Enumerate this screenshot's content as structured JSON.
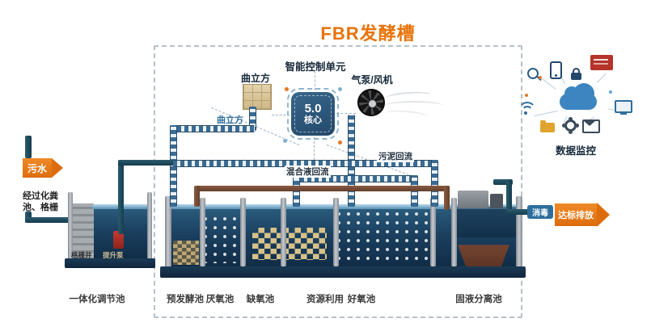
{
  "title": "FBR发酵槽",
  "control": {
    "label": "智能控制单元"
  },
  "qulifang": {
    "label": "曲立方",
    "pipe_label": "曲立方"
  },
  "core": {
    "version": "5.0",
    "name": "核心"
  },
  "fan": {
    "label": "气泵/风机"
  },
  "monitoring": {
    "label": "数据监控",
    "icons": [
      "magnifier-icon",
      "phone-icon",
      "lock-icon",
      "red-screen-icon",
      "cloud-icon",
      "wifi-icon",
      "folder-icon",
      "gear-icon",
      "mail-icon",
      "monitor-icon"
    ]
  },
  "inlet": {
    "arrow": "污水",
    "note1": "经过化粪",
    "note2": "池、格栅"
  },
  "tank1": {
    "label": "一体化调节池",
    "well": "格栅井",
    "pump": "提升泵"
  },
  "compartments": [
    {
      "label": "预发酵池"
    },
    {
      "label": "厌氧池"
    },
    {
      "label": "缺氧池"
    },
    {
      "label": "资源利用"
    },
    {
      "label": "好氧池"
    },
    {
      "label": "固液分离池"
    }
  ],
  "reflux": {
    "mixed": "混合液回流",
    "sludge": "污泥回流"
  },
  "outlet": {
    "disinfect": "消毒",
    "discharge": "达标排放"
  },
  "colors": {
    "accent_orange": "#e8730a",
    "core_blue": "#2d5a7d",
    "pipe_teal": "#1f4a5a",
    "pipe_brown": "#7b4a37",
    "label_blue": "#2e6e9e",
    "water_dark": "#102c46"
  }
}
